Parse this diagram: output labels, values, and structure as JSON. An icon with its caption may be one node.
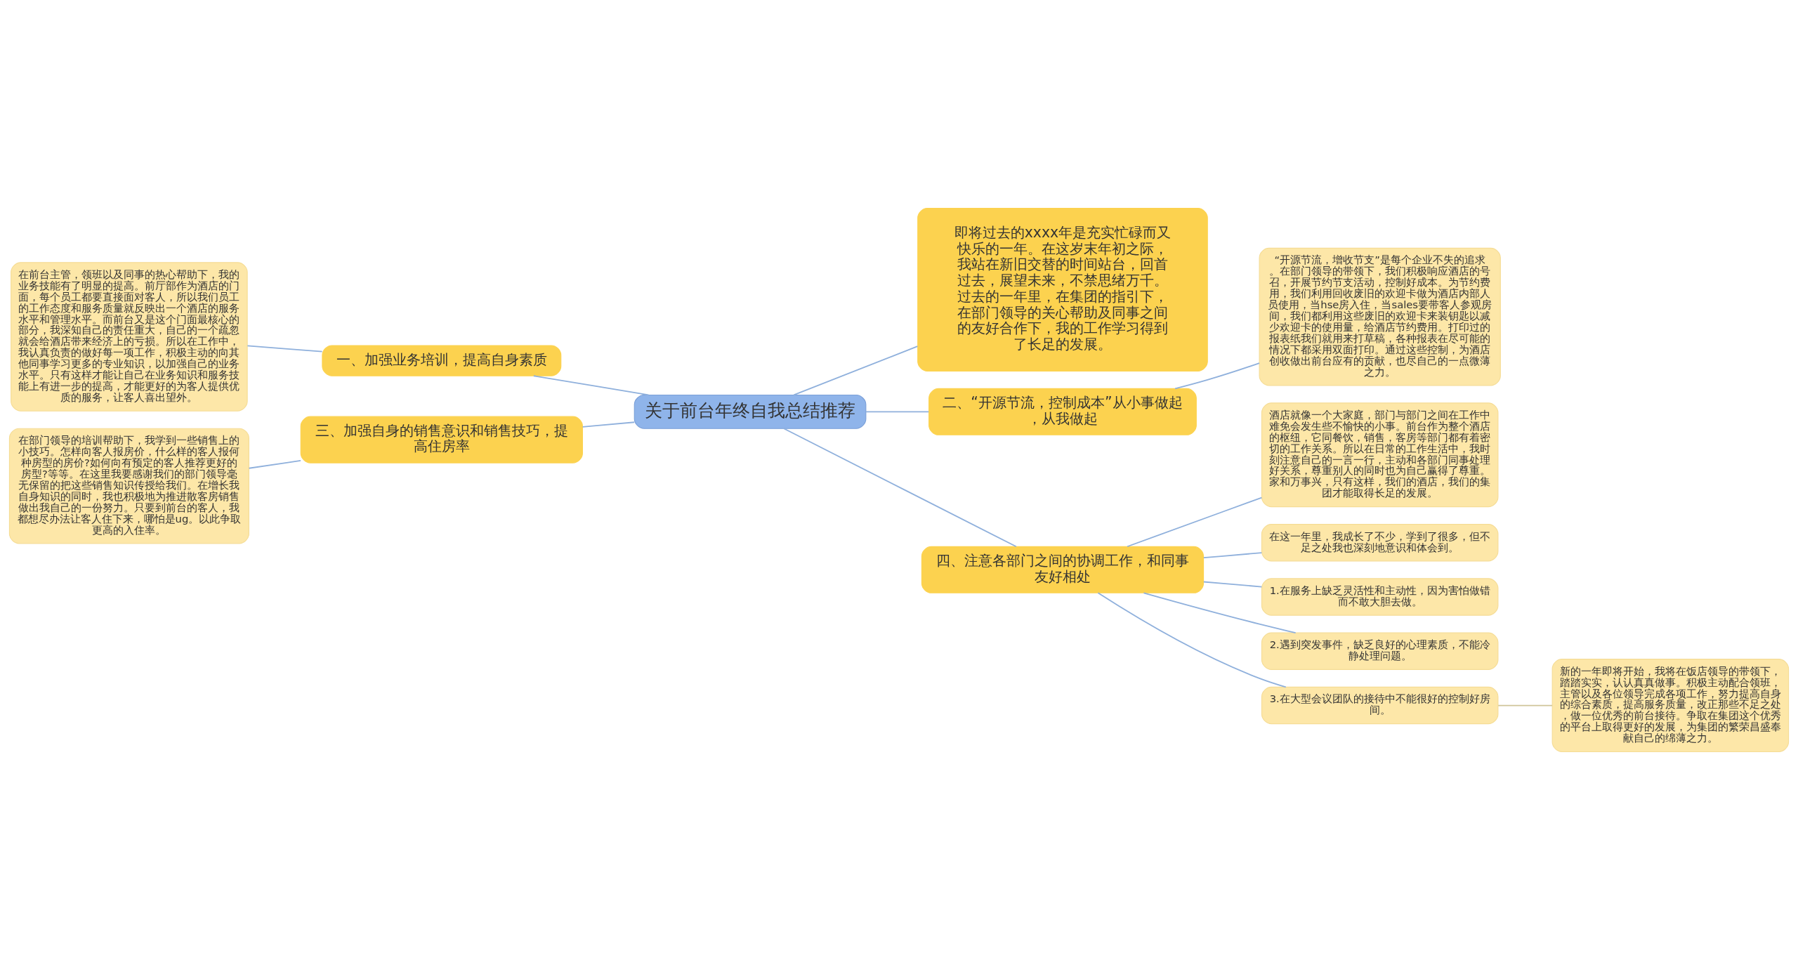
{
  "diagram": {
    "nodes": [
      {
        "text": [
          "关于前台年终自我总结推荐"
        ]
      },
      {
        "text": [
          "即将过去的xxxx年是充实忙碌而又快乐的一年。在这岁末年初之际，我站在新旧交替的时间站台，回首过去，展望未来，不禁思绪万千。过去的一年里，在集团的指引下，在部门领导的关心帮助及同事之间的友好合作下，我的工作学习得到了长足的发展。"
        ]
      },
      {
        "text": [
          "一、加强业务培训，提高自身素质"
        ]
      },
      {
        "text": [
          "在前台主管，领班以及同事的热心帮助下，我的业务技能有了明显的提高。前厅部作为酒店的门面，每个员工都要直接面对客人，所以我们员工的工作态度和服务质量就反映出一个酒店的服务水平和管理水平。而前台又是这个门面最核心的部分，我深知自己的责任重大，自己的一个疏忽就会给酒店带来经济上的亏损。所以在工作中，我认真负责的做好每一项工作，积极主动的向其他同事学习更多的专业知识，以加强自己的业务水平。只有这样才能让自己在业务知识和服务技能上有进一步的提高，才能更好的为客人提供优质的服务，让客人喜出望外。"
        ]
      },
      {
        "text": [
          "二、“开源节流，控制成本”从小事做起，从我做起"
        ]
      },
      {
        "text": [
          "“开源节流，增收节支”是每个企业不失的追求。在部门领导的带领下，我们积极响应酒店的号召，开展节约节支活动，控制好成本。为节约费用，我们利用回收废旧的欢迎卡做为酒店内部人员使用，当hse房入住，当sales要带客人参观房间，我们都利用这些废旧的欢迎卡来装钥匙以减少欢迎卡的使用量，给酒店节约费用。打印过的报表纸我们就用来打草稿，各种报表在尽可能的情况下都采用双面打印。通过这些控制，为酒店创收做出前台应有的贡献，也尽自己的一点微薄之力。"
        ]
      },
      {
        "text": [
          "三、加强自身的销售意识和销售技巧，提高住房率"
        ]
      },
      {
        "text": [
          "在部门领导的培训帮助下，我学到一些销售上的小技巧。怎样向客人报房价，什么样的客人报何种房型的房价?如何向有预定的客人推荐更好的房型?等等。在这里我要感谢我们的部门领导毫无保留的把这些销售知识传授给我们。在增长我自身知识的同时，我也积极地为推进散客房销售做出我自己的一份努力。只要到前台的客人，我都想尽办法让客人住下来，哪怕是ug。以此争取更高的入住率。"
        ]
      },
      {
        "text": [
          "四、注意各部门之间的协调工作，和同事友好相处"
        ]
      },
      {
        "text": [
          "酒店就像一个大家庭，部门与部门之间在工作中难免会发生些不愉快的小事。前台作为整个酒店的枢纽，它同餐饮，销售，客房等部门都有着密切的工作关系。所以在日常的工作生活中，我时刻注意自己的一言一行，主动和各部门同事处理好关系，尊重别人的同时也为自己赢得了尊重。家和万事兴，只有这样，我们的酒店，我们的集团才能取得长足的发展。"
        ]
      },
      {
        "text": [
          "在这一年里，我成长了不少，学到了很多，但不足之处我也深刻地意识和体会到。"
        ]
      },
      {
        "text": [
          "1.在服务上缺乏灵活性和主动性，因为害怕做错而不敢大胆去做。"
        ]
      },
      {
        "text": [
          "2.遇到突发事件，缺乏良好的心理素质，不能冷静处理问题。"
        ]
      },
      {
        "text": [
          "3.在大型会议团队的接待中不能很好的控制好房间。"
        ]
      },
      {
        "text": [
          "新的一年即将开始，我将在饭店领导的带领下，踏踏实实，认认真真做事。积极主动配合领班，主管以及各位领导完成各项工作，努力提高自身的综合素质，提高服务质量，改正那些不足之处，做一位优秀的前台接待。争取在集团这个优秀的平台上取得更好的发展，为集团的繁荣昌盛奉献自己的绵薄之力。"
        ]
      }
    ],
    "edges": [
      {
        "from": 0,
        "to": 1,
        "arrow": "none"
      },
      {
        "from": 0,
        "to": 2,
        "arrow": "none"
      },
      {
        "from": 2,
        "to": 3,
        "arrow": "none"
      },
      {
        "from": 0,
        "to": 4,
        "arrow": "none"
      },
      {
        "from": 4,
        "to": 5,
        "arrow": "none"
      },
      {
        "from": 0,
        "to": 6,
        "arrow": "none"
      },
      {
        "from": 6,
        "to": 7,
        "arrow": "none"
      },
      {
        "from": 0,
        "to": 8,
        "arrow": "none"
      },
      {
        "from": 8,
        "to": 9,
        "arrow": "none"
      },
      {
        "from": 8,
        "to": 10,
        "arrow": "none"
      },
      {
        "from": 8,
        "to": 11,
        "arrow": "none"
      },
      {
        "from": 8,
        "to": 12,
        "arrow": "none"
      },
      {
        "from": 8,
        "to": 13,
        "arrow": "none"
      },
      {
        "from": 13,
        "to": 14,
        "arrow": "none",
        "color": "#cfc59a"
      }
    ]
  }
}
